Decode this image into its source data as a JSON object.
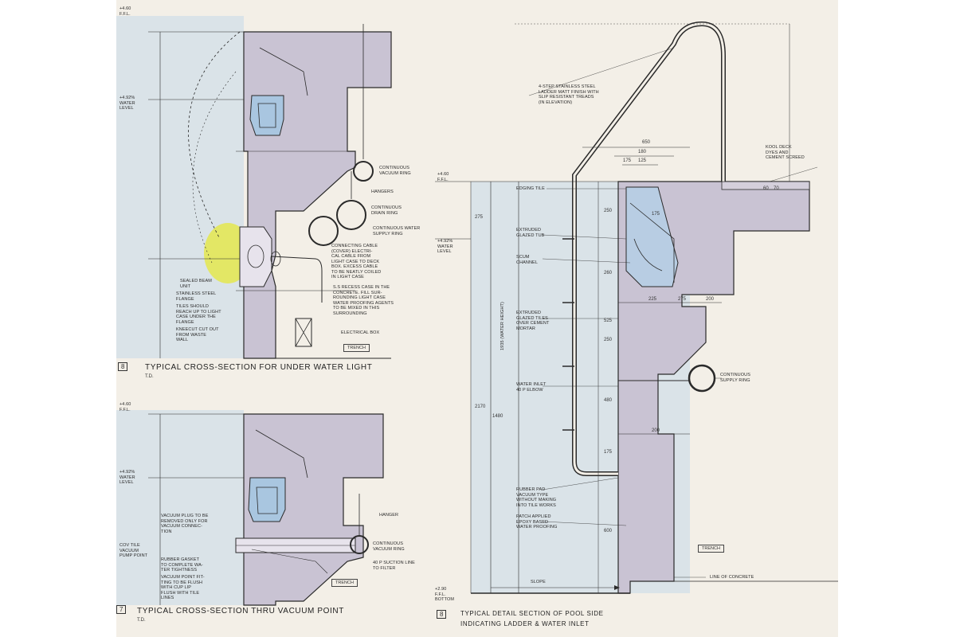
{
  "diagram1": {
    "title": "TYPICAL CROSS-SECTION FOR UNDER WATER LIGHT",
    "number": "8",
    "ref": "T.D.",
    "labels": {
      "continuous_vacuum_ring": "CONTINUOUS\nVACUUM RING",
      "hangers": "HANGERS",
      "continuous_drain_ring": "CONTINUOUS\nDRAIN RING",
      "continuous_water_supply": "CONTINUOUS WATER\nSUPPLY RING",
      "connecting_cable": "CONNECTING CABLE\n(COVER) ELECTRI-\nCAL CABLE FROM\nLIGHT CASE TO DECK\nBOX. EXCESS CABLE\nTO BE NEATLY COILED\nIN LIGHT CASE",
      "sealed_beam": "SEALED BEAM\nUNIT",
      "stainless_flange": "STAINLESS STEEL\nFLANGE",
      "tiles_should": "TILES SHOULD\nREACH UP TO LIGHT\nCASE UNDER THE\nFLANGE",
      "recess_case": "S.S RECESS CASE IN THE\nCONCRETE. FILL SUR-\nROUNDING LIGHT CASE\nWATER PROOFING AGENTS\nTO BE MIXED IN THIS\nSURROUNDING",
      "kneecut": "KNEECUT CUT OUT\nFROM WASTE\nWALL",
      "electrical_box": "ELECTRICAL BOX",
      "trench": "TRENCH",
      "water_level": "+4.92%\nWATER\nLEVEL",
      "ffl": "+4.60\nF.F.L."
    }
  },
  "diagram2": {
    "title": "TYPICAL CROSS-SECTION THRU VACUUM POINT",
    "number": "7",
    "ref": "T.D.",
    "labels": {
      "hanger": "HANGER",
      "vacuum_plug": "VACUUM PLUG TO BE\nREMOVED ONLY FOR\nVACUUM CONNEC-\nTION",
      "tile_point": "COV TILE\nVACUUM\nPUMP POINT",
      "rubber_gasket": "RUBBER GASKET\nTO COMPLETE WA-\nTER TIGHTNESS",
      "vacuum_point_fit": "VACUUM POINT FIT-\nTING TO BE FLUSH\nWITH CUP LIP\nFLUSH WITH TILE\nLINES",
      "continuous_vacuum_ring": "CONTINUOUS\nVACUUM RING",
      "suction_line": "40 P SUCTION LINE\nTO FILTER",
      "trench": "TRENCH",
      "water_level": "+4.92%\nWATER\nLEVEL",
      "ffl": "+4.60\nF.F.L."
    }
  },
  "diagram3": {
    "title_line1": "TYPICAL DETAIL SECTION OF POOL SIDE",
    "title_line2": "INDICATING LADDER & WATER INLET",
    "number": "8",
    "labels": {
      "ladder": "4-STEP STAINLESS STEEL\nLADDER MATT FINISH WITH\nSLIP RESISTANT TREADS\n(IN ELEVATION)",
      "kool_deck": "KOOL DECK\nDYES AND\nCEMENT SCREED",
      "edging_tile": "EDGING TILE",
      "extruded_tub": "EXTRUDED\nGLAZED TUB",
      "scum_channel": "SCUM\nCHANNEL",
      "extruded_glazed_tiles": "EXTRUDED\nGLAZED TILES\nOVER CEMENT\nMORTAR",
      "water_inlet": "WATER INLET\n40 P ELBOW",
      "continuous_supply": "CONTINUOUS\nSUPPLY RING",
      "rubber_pad": "RUBBER PAD\nVACUUM TYPE\nWITHOUT MAKING\nINTO TILE WORKS",
      "patch_applied": "PATCH APPLIED\nEPOXY BASED\nWATER PROOFING",
      "trench": "TRENCH",
      "slope": "SLOPE",
      "line_concrete": "LINE OF CONCRETE",
      "water_height": "1935 (WATER HEIGHT)",
      "water_level": "+4.92%\nWATER\nLEVEL",
      "ffl": "+4.60\nF.F.L.",
      "bottom_level": "+2.90\nF.F.L.\nBOTTOM"
    },
    "dims": [
      "650",
      "180",
      "175",
      "125",
      "60",
      "70",
      "175",
      "250",
      "260",
      "225",
      "275",
      "200",
      "250",
      "525",
      "175",
      "200",
      "600",
      "480",
      "1935",
      "2170",
      "275",
      "1480"
    ]
  },
  "colors": {
    "paper": "#f3efe7",
    "water": "#c5d9ea",
    "concrete": "#c9c3d3",
    "scum": "#a9c6e0",
    "highlight": "#e5e83a",
    "ink": "#2a2a2a"
  }
}
